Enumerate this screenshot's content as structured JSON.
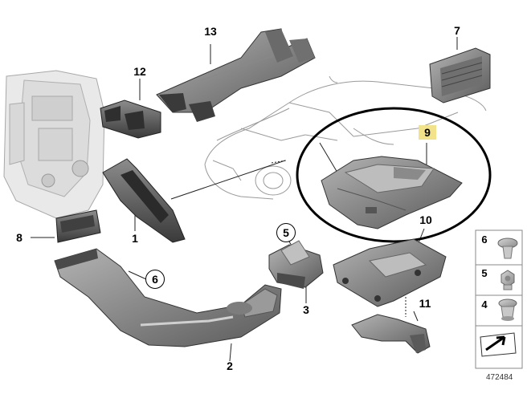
{
  "diagram": {
    "diagram_id": "472484",
    "highlight_color": "#f2e38a",
    "callouts": {
      "p1": "1",
      "p2": "2",
      "p3": "3",
      "p5": "5",
      "p6": "6",
      "p7": "7",
      "p8": "8",
      "p9": "9",
      "p10": "10",
      "p11": "11",
      "p12": "12",
      "p13": "13"
    },
    "legend": [
      {
        "number": "6",
        "icon": "push-rivet-icon"
      },
      {
        "number": "5",
        "icon": "hex-nut-icon"
      },
      {
        "number": "4",
        "icon": "expanding-clip-icon"
      },
      {
        "number": "",
        "icon": "arrow-reference-icon"
      }
    ]
  }
}
